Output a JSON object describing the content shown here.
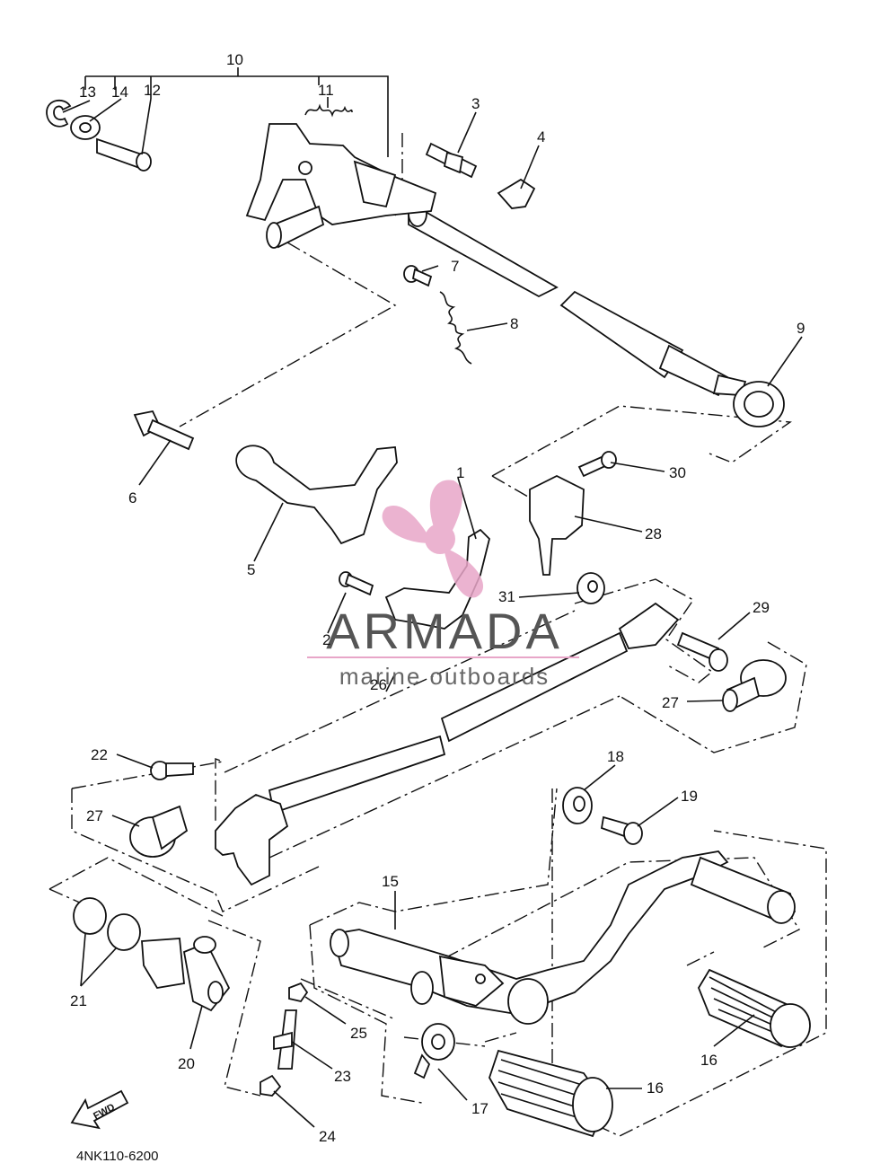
{
  "diagram": {
    "code": "4NK110-6200",
    "fwd_label": "FWD",
    "watermark": {
      "title": "ARMADA",
      "subtitle": "marine outboards",
      "logo_color": "#e8a6c8"
    },
    "callouts": [
      "1",
      "2",
      "3",
      "4",
      "5",
      "6",
      "7",
      "8",
      "9",
      "10",
      "11",
      "12",
      "13",
      "14",
      "15",
      "16",
      "16",
      "17",
      "18",
      "19",
      "20",
      "21",
      "22",
      "23",
      "24",
      "25",
      "26",
      "27",
      "27",
      "28",
      "29",
      "30",
      "31"
    ]
  }
}
